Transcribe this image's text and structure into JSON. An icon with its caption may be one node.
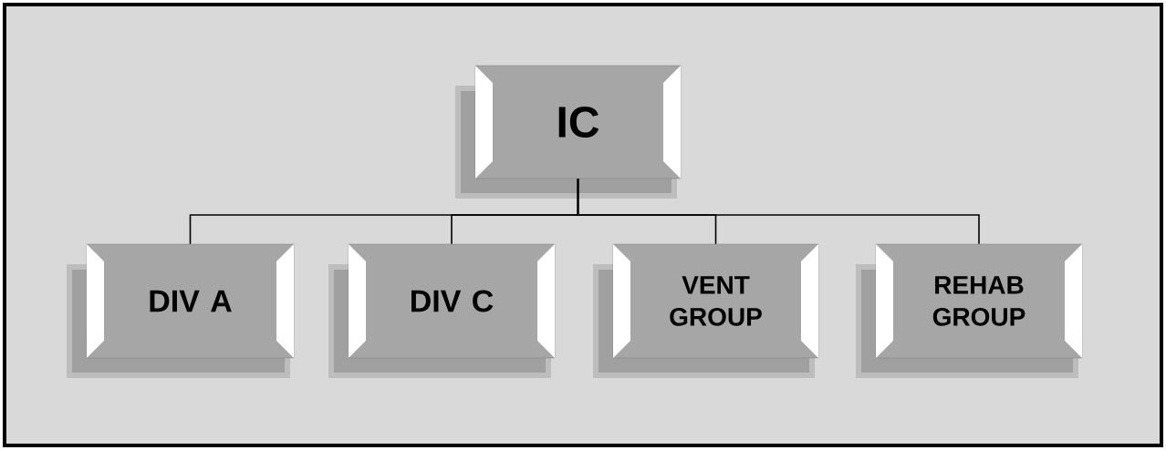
{
  "diagram": {
    "nodes": [
      {
        "text": [
          "IC"
        ]
      },
      {
        "text": [
          "DIV A"
        ]
      },
      {
        "text": [
          "DIV C"
        ]
      },
      {
        "text": [
          "VENT GROUP"
        ]
      },
      {
        "text": [
          "REHAB GROUP"
        ]
      }
    ],
    "edges": [
      {
        "from": 0,
        "to": 1,
        "arrow": "none"
      },
      {
        "from": 0,
        "to": 2,
        "arrow": "none"
      },
      {
        "from": 0,
        "to": 3,
        "arrow": "none"
      },
      {
        "from": 0,
        "to": 4,
        "arrow": "none"
      }
    ]
  }
}
